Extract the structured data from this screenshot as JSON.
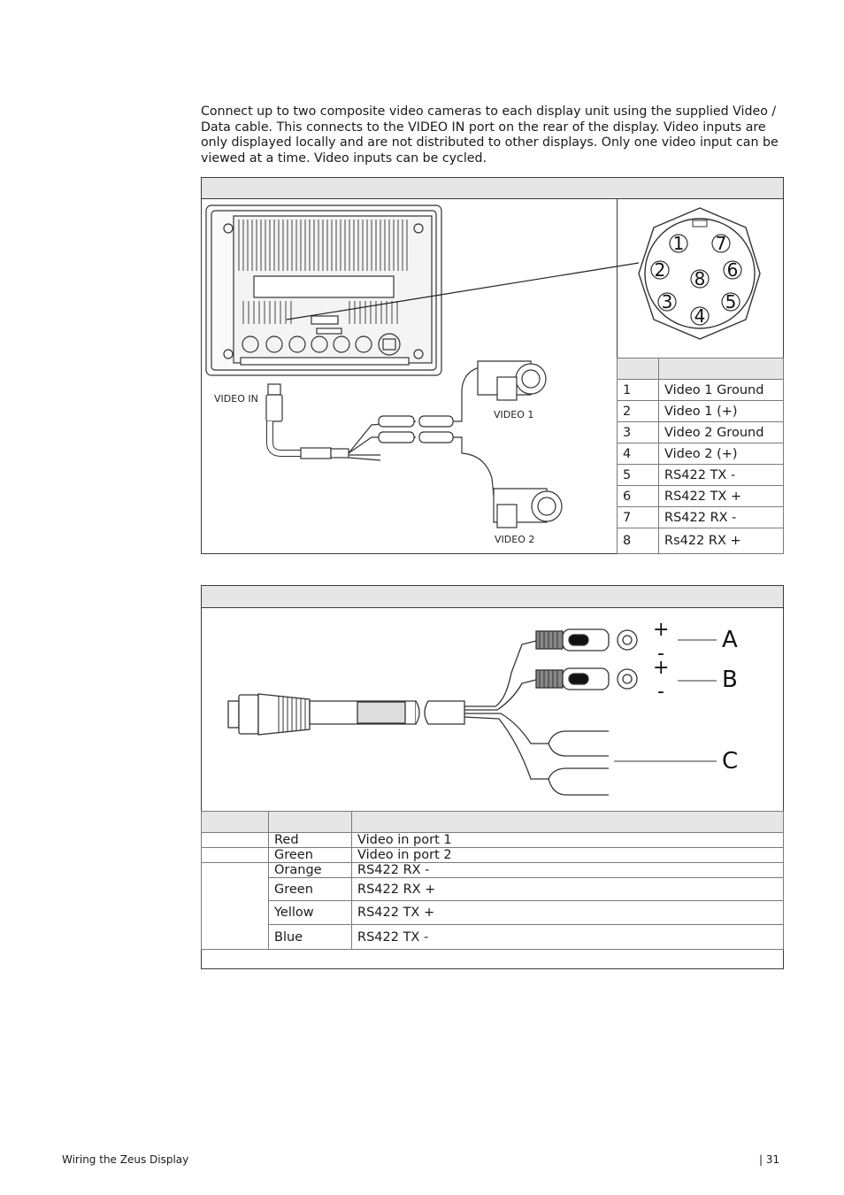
{
  "intro_text": "Connect up to two composite video cameras to each display unit using the supplied Video / Data cable. This connects to the VIDEO IN port on the rear of the display. Video inputs are only displayed locally and are not distributed to other displays. Only one video input can be viewed at a time. Video inputs can be cycled.",
  "diagram1": {
    "label_video_in": "VIDEO IN",
    "label_video1": "VIDEO 1",
    "label_video2": "VIDEO 2",
    "connector_pins": [
      "1",
      "2",
      "3",
      "4",
      "5",
      "6",
      "7",
      "8"
    ],
    "pin_table": [
      {
        "pin": "1",
        "function": "Video 1 Ground"
      },
      {
        "pin": "2",
        "function": "Video 1 (+)"
      },
      {
        "pin": "3",
        "function": "Video 2 Ground"
      },
      {
        "pin": "4",
        "function": "Video 2 (+)"
      },
      {
        "pin": "5",
        "function": "RS422 TX -"
      },
      {
        "pin": "6",
        "function": "RS422 TX +"
      },
      {
        "pin": "7",
        "function": "RS422 RX -"
      },
      {
        "pin": "8",
        "function": "Rs422 RX +"
      }
    ]
  },
  "diagram2": {
    "plus": "+",
    "minus": "-",
    "label_a": "A",
    "label_b": "B",
    "label_c": "C",
    "wire_table": [
      {
        "color": "Red",
        "function": "Video in port 1"
      },
      {
        "color": "Green",
        "function": "Video in port 2"
      },
      {
        "color": "Orange",
        "function": "RS422 RX -"
      },
      {
        "color": "Green",
        "function": "RS422 RX +"
      },
      {
        "color": "Yellow",
        "function": "RS422 TX +"
      },
      {
        "color": "Blue",
        "function": "RS422 TX -"
      }
    ]
  },
  "footer": {
    "left": "Wiring the Zeus Display",
    "right": "| 31"
  }
}
